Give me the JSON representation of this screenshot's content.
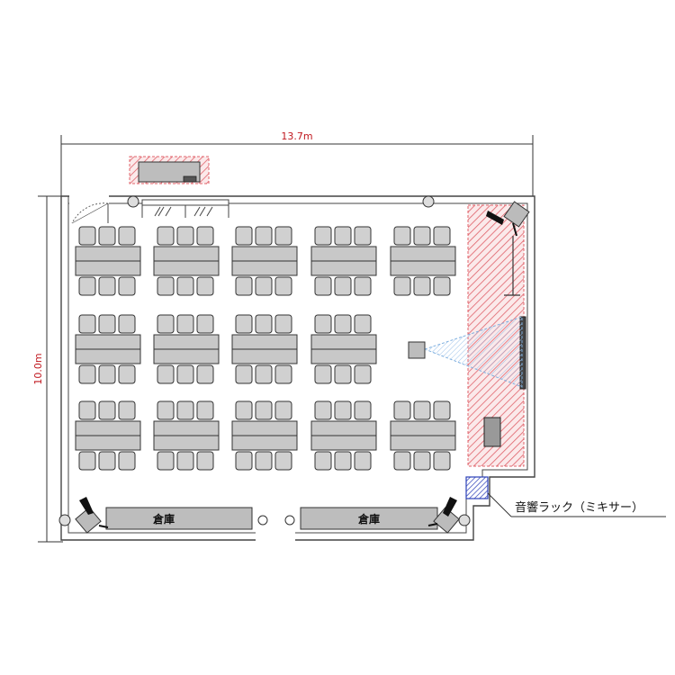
{
  "dimensions": {
    "width_label": "13.7m",
    "height_label": "10.0m"
  },
  "storage": [
    {
      "label": "倉庫"
    },
    {
      "label": "倉庫"
    }
  ],
  "callout": {
    "label": "音響ラック（ミキサー）"
  },
  "layout": {
    "table_rows": 3,
    "tables_per_row": [
      5,
      4,
      5
    ],
    "chairs_per_side": 3
  },
  "colors": {
    "stage_hatch": "#e0626a",
    "projection": "#7fb0e0",
    "rack": "#2b3fb8",
    "table_fill": "#c8c8c8",
    "wall": "#555555",
    "dimension_text": "#c0181f"
  }
}
